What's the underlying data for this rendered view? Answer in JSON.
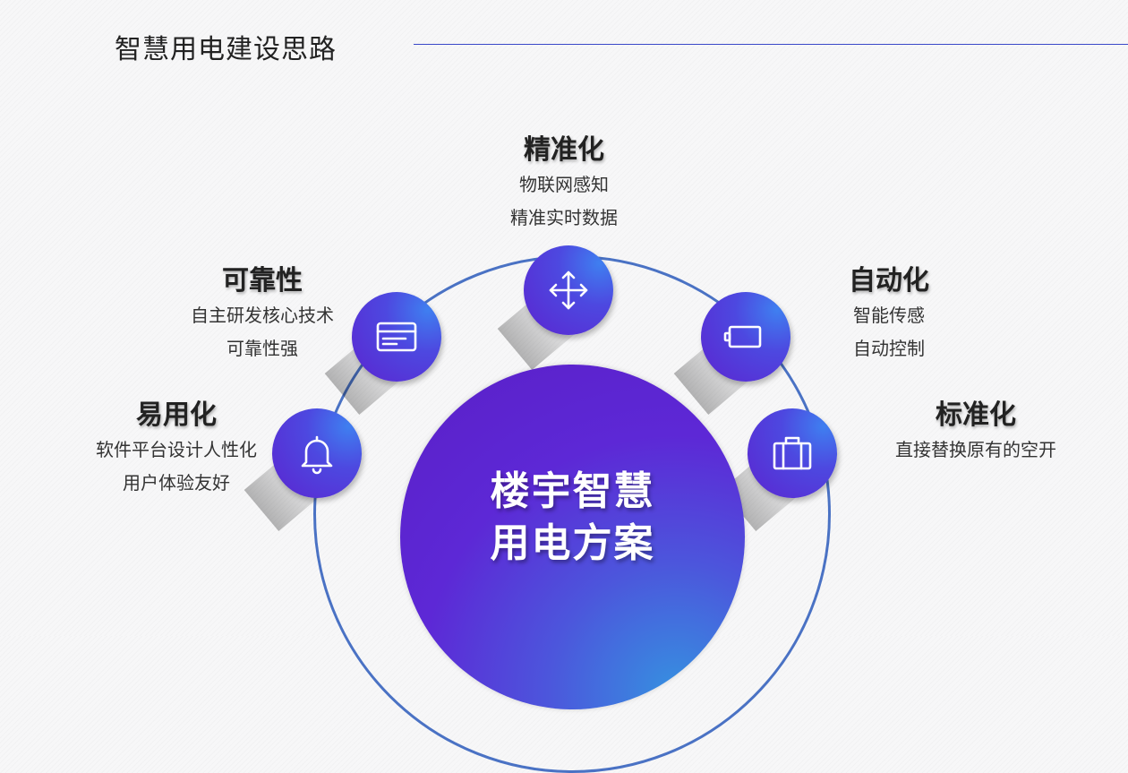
{
  "title": "智慧用电建设思路",
  "center": {
    "line1": "楼宇智慧",
    "line2": "用电方案"
  },
  "nodes": {
    "precise": {
      "title": "精准化",
      "line1": "物联网感知",
      "line2": "精准实时数据",
      "icon": "move-arrows-icon"
    },
    "reliable": {
      "title": "可靠性",
      "line1": "自主研发核心技术",
      "line2": "可靠性强",
      "icon": "credit-card-icon"
    },
    "usable": {
      "title": "易用化",
      "line1": "软件平台设计人性化",
      "line2": "用户体验友好",
      "icon": "bell-icon"
    },
    "automated": {
      "title": "自动化",
      "line1": "智能传感",
      "line2": "自动控制",
      "icon": "battery-icon"
    },
    "standard": {
      "title": "标准化",
      "line1": "直接替换原有的空开",
      "icon": "briefcase-icon"
    }
  },
  "colors": {
    "accent": "#5b25d0",
    "ring": "#4a72c4",
    "line": "#3a48c8"
  }
}
